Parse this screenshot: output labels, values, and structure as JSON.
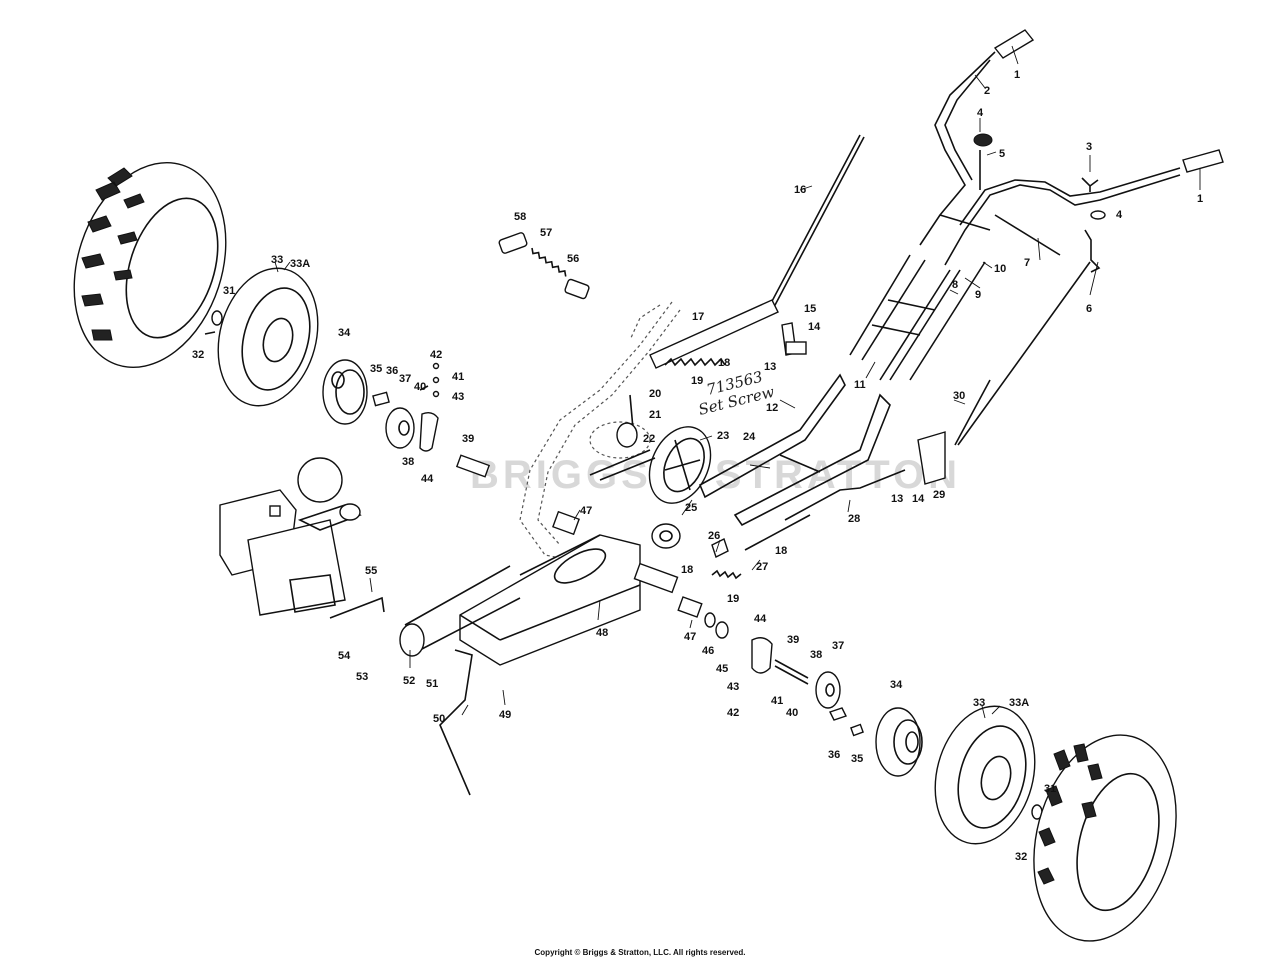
{
  "watermark": "BRIGGS & STRATTON",
  "handwritten_note": {
    "line1": "713563",
    "line2": "Set Screw"
  },
  "copyright": "Copyright © Briggs & Stratton, LLC. All rights reserved.",
  "callouts": {
    "p1a": "1",
    "p1b": "1",
    "p2": "2",
    "p3": "3",
    "p4a": "4",
    "p4b": "4",
    "p5": "5",
    "p6": "6",
    "p7": "7",
    "p8": "8",
    "p9": "9",
    "p10": "10",
    "p11": "11",
    "p12": "12",
    "p13a": "13",
    "p13b": "13",
    "p14a": "14",
    "p14b": "14",
    "p15": "15",
    "p16": "16",
    "p17": "17",
    "p18a": "18",
    "p18b": "18",
    "p18c": "18",
    "p19a": "19",
    "p19b": "19",
    "p20": "20",
    "p21": "21",
    "p22": "22",
    "p23": "23",
    "p24": "24",
    "p25": "25",
    "p26": "26",
    "p27": "27",
    "p28": "28",
    "p29": "29",
    "p30": "30",
    "p31a": "31",
    "p31b": "31",
    "p32a": "32",
    "p32b": "32",
    "p33a": "33",
    "p33Aa": "33A",
    "p33b": "33",
    "p33Ab": "33A",
    "p34a": "34",
    "p34b": "34",
    "p35a": "35",
    "p35b": "35",
    "p36a": "36",
    "p36b": "36",
    "p37a": "37",
    "p37b": "37",
    "p38a": "38",
    "p38b": "38",
    "p39a": "39",
    "p39b": "39",
    "p40a": "40",
    "p40b": "40",
    "p41a": "41",
    "p41b": "41",
    "p42a": "42",
    "p42b": "42",
    "p43a": "43",
    "p43b": "43",
    "p44a": "44",
    "p44b": "44",
    "p45": "45",
    "p46": "46",
    "p47a": "47",
    "p47b": "47",
    "p48": "48",
    "p49": "49",
    "p50": "50",
    "p51": "51",
    "p52": "52",
    "p53": "53",
    "p54": "54",
    "p55": "55",
    "p56": "56",
    "p57": "57",
    "p58": "58"
  }
}
